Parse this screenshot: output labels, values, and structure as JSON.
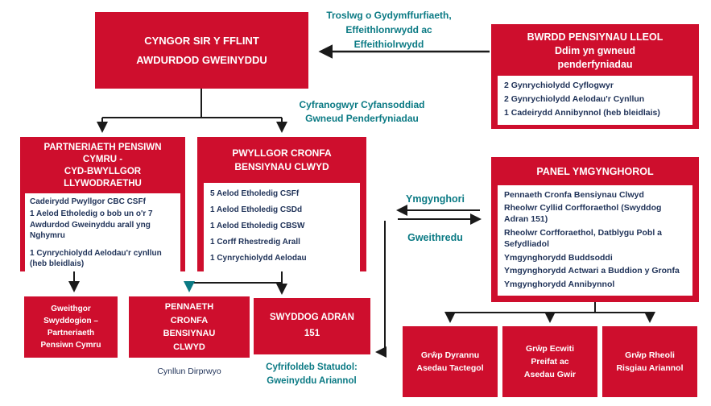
{
  "colors": {
    "red": "#CE0E2D",
    "teal": "#0B7A84",
    "navy": "#1F3258",
    "line": "#1A1A1A"
  },
  "boxes": {
    "cyngor": {
      "title": "CYNGOR SIR Y FFLINT\nAWDURDOD GWEINYDDU"
    },
    "bwrdd": {
      "title": "BWRDD PENSIYNAU LLEOL\nDdim yn gwneud\npenderfyniadau",
      "members": [
        "2 Gynrychiolydd Cyflogwyr",
        "2 Gynrychiolydd Aelodau'r Cynllun",
        "1 Cadeirydd Annibynnol (heb bleidlais)"
      ]
    },
    "partneriaeth": {
      "title": "PARTNERIAETH PENSIWN\nCYMRU -\nCYD-BWYLLGOR\nLLYWODRAETHU",
      "members": [
        "Cadeirydd Pwyllgor CBC CSFf",
        "1 Aelod Etholedig o bob un o'r 7 Awdurdod Gweinyddu arall yng Nghymru",
        "1 Cynrychiolydd Aelodau'r cynllun (heb bleidlais)"
      ]
    },
    "pwyllgor": {
      "title": "PWYLLGOR CRONFA\nBENSIYNAU CLWYD",
      "members": [
        "5 Aelod Etholedig CSFf",
        "1 Aelod Etholedig CSDd",
        "1 Aelod Etholedig CBSW",
        "1 Corff Rhestredig Arall",
        "1 Cynrychiolydd Aelodau"
      ]
    },
    "panel": {
      "title": "PANEL YMGYNGHOROL",
      "members": [
        "Pennaeth Cronfa Bensiynau Clwyd",
        "Rheolwr Cyllid Corfforaethol (Swyddog Adran 151)",
        "Rheolwr Corfforaethol, Datblygu Pobl a Sefydliadol",
        "Ymgynghorydd Buddsoddi",
        "Ymgynghorydd Actwari a Buddion y Gronfa",
        "Ymgynghorydd Annibynnol"
      ]
    },
    "gweithgor": {
      "title": "Gweithgor\nSwyddogion –\nPartneriaeth\nPensiwn Cymru"
    },
    "pennaeth": {
      "title": "PENNAETH\nCRONFA\nBENSIYNAU\nCLWYD"
    },
    "swyddog": {
      "title": "SWYDDOG ADRAN\n151"
    }
  },
  "groups": [
    "Grŵp Dyrannu\nAsedau Tactegol",
    "Grŵp Ecwiti\nPreifat ac\nAsedau Gwir",
    "Grŵp Rheoli\nRisgiau Ariannol"
  ],
  "labels": {
    "troslwg": "Troslwg o Gydymffurfiaeth,\nEffeithlonrwydd ac\nEffeithiolrwydd",
    "cyfranogwyr": "Cyfranogwyr Cyfansoddiad\nGwneud Penderfyniadau",
    "ymgynghori": "Ymgynghori",
    "gweithredu": "Gweithredu",
    "cynllun_dirprwyo": "Cynllun Dirprwyo",
    "cyfrifoldeb": "Cyfrifoldeb Statudol:\nGweinyddu Ariannol"
  }
}
